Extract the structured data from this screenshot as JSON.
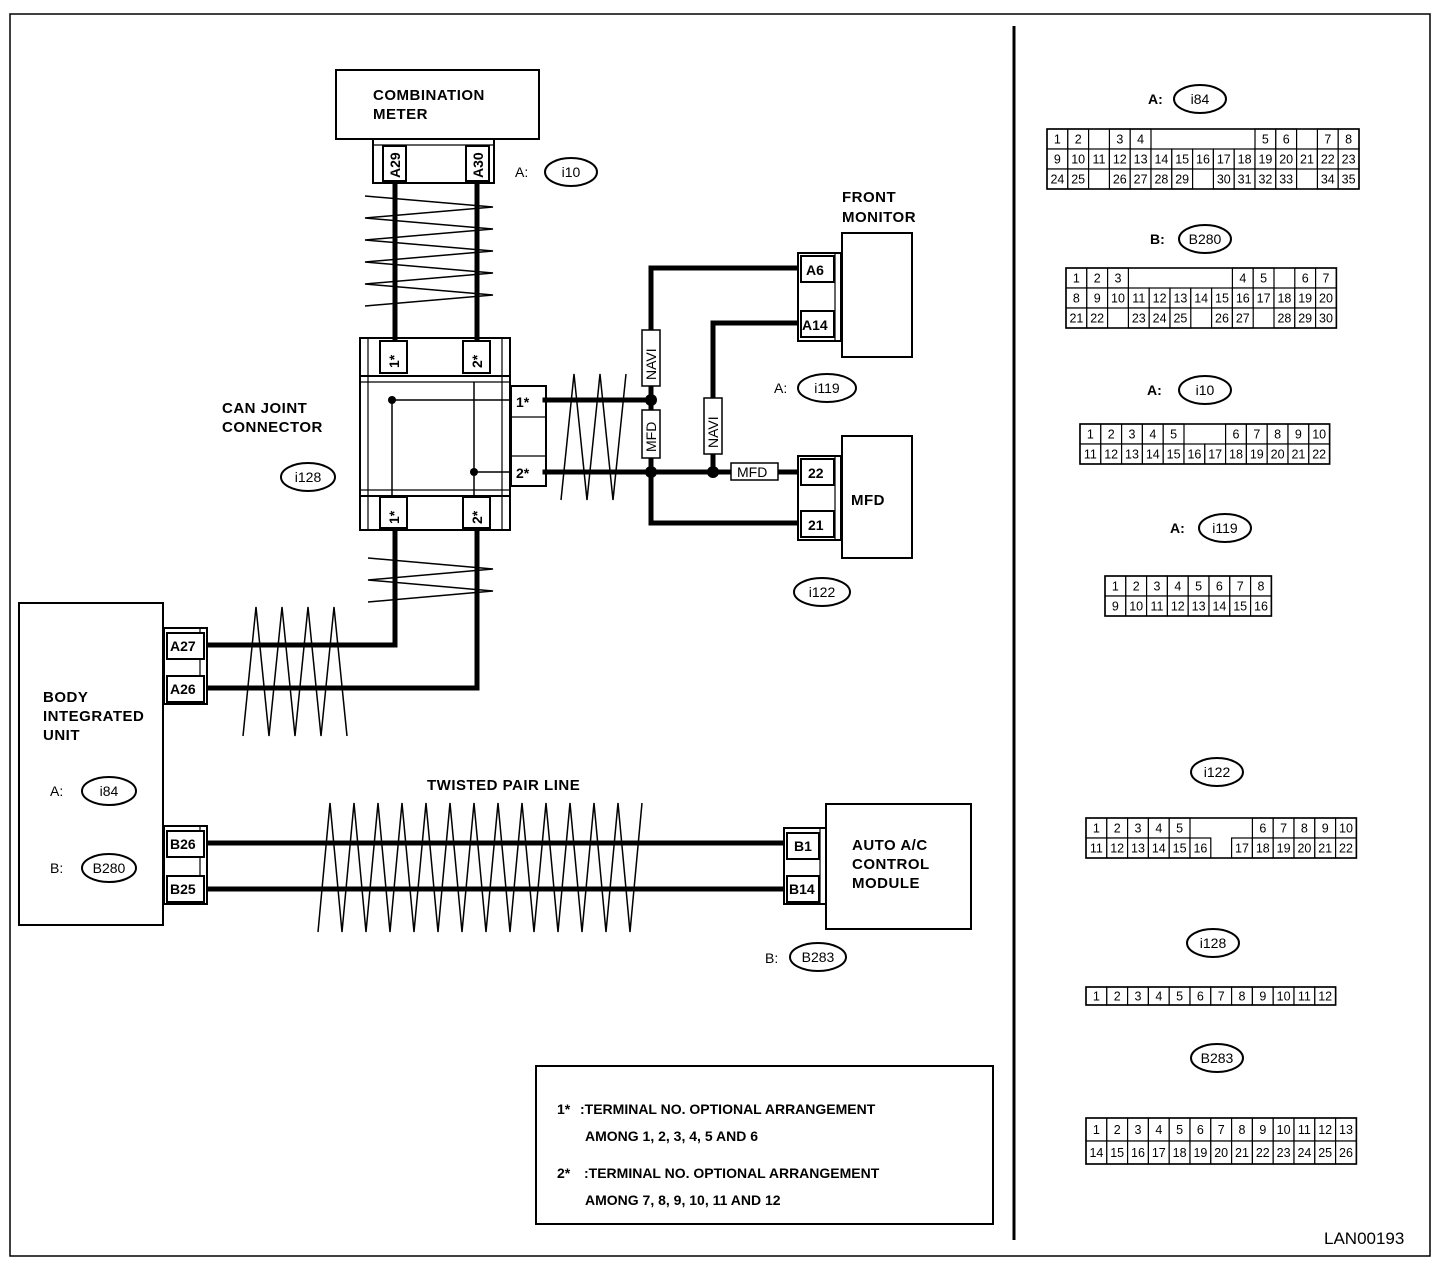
{
  "components": {
    "combination_meter": [
      "COMBINATION",
      "METER"
    ],
    "front_monitor": [
      "FRONT",
      "MONITOR"
    ],
    "mfd": "MFD",
    "can_joint": [
      "CAN JOINT",
      "CONNECTOR"
    ],
    "body_unit": [
      "BODY",
      "INTEGRATED",
      "UNIT"
    ],
    "auto_ac": [
      "AUTO A/C",
      "CONTROL",
      "MODULE"
    ]
  },
  "connector_refs": {
    "meter": {
      "prefix": "A:",
      "id": "i10"
    },
    "monitor": {
      "prefix": "A:",
      "id": "i119"
    },
    "mfd": {
      "id": "i122"
    },
    "can": {
      "id": "i128"
    },
    "body_a": {
      "prefix": "A:",
      "id": "i84"
    },
    "body_b": {
      "prefix": "B:",
      "id": "B280"
    },
    "ac": {
      "prefix": "B:",
      "id": "B283"
    }
  },
  "pins": {
    "meter_1": "A29",
    "meter_2": "A30",
    "can_top_1": "1*",
    "can_top_2": "2*",
    "can_right_1": "1*",
    "can_right_2": "2*",
    "can_bot_1": "1*",
    "can_bot_2": "2*",
    "monitor_1": "A6",
    "monitor_2": "A14",
    "mfd_1": "22",
    "mfd_2": "21",
    "body_1": "A27",
    "body_2": "A26",
    "body_3": "B26",
    "body_4": "B25",
    "ac_1": "B1",
    "ac_2": "B14"
  },
  "wire_tags": {
    "navi": "NAVI",
    "mfd": "MFD"
  },
  "twisted_pair_label": "TWISTED PAIR LINE",
  "notes": {
    "n1_mark": "1*",
    "n1_line1": ":TERMINAL NO. OPTIONAL ARRANGEMENT",
    "n1_line2": "AMONG 1, 2, 3, 4, 5 AND 6",
    "n2_mark": "2*",
    "n2_line1": ":TERMINAL NO. OPTIONAL ARRANGEMENT",
    "n2_line2": "AMONG 7, 8, 9, 10, 11 AND 12"
  },
  "pinouts": {
    "i84": {
      "prefix": "A:",
      "id": "i84",
      "rows": [
        [
          "1",
          "2",
          "",
          "3",
          "4",
          "",
          "",
          "",
          "",
          "",
          "5",
          "6",
          "",
          "7",
          "8"
        ],
        [
          "9",
          "10",
          "11",
          "12",
          "13",
          "14",
          "15",
          "16",
          "17",
          "18",
          "19",
          "20",
          "21",
          "22",
          "23"
        ],
        [
          "24",
          "25",
          "",
          "26",
          "27",
          "28",
          "29",
          "",
          "30",
          "31",
          "32",
          "33",
          "",
          "34",
          "35"
        ]
      ]
    },
    "b280": {
      "prefix": "B:",
      "id": "B280",
      "rows": [
        [
          "1",
          "2",
          "3",
          "",
          "",
          "",
          "",
          "",
          "4",
          "5",
          "",
          "6",
          "7"
        ],
        [
          "8",
          "9",
          "10",
          "11",
          "12",
          "13",
          "14",
          "15",
          "16",
          "17",
          "18",
          "19",
          "20"
        ],
        [
          "21",
          "22",
          "",
          "23",
          "24",
          "25",
          "",
          "26",
          "27",
          "",
          "28",
          "29",
          "30"
        ]
      ]
    },
    "i10": {
      "prefix": "A:",
      "id": "i10",
      "rows": [
        [
          "1",
          "2",
          "3",
          "4",
          "5",
          "",
          "",
          "6",
          "7",
          "8",
          "9",
          "10"
        ],
        [
          "11",
          "12",
          "13",
          "14",
          "15",
          "16",
          "17",
          "18",
          "19",
          "20",
          "21",
          "22"
        ]
      ]
    },
    "i119": {
      "prefix": "A:",
      "id": "i119",
      "rows": [
        [
          "1",
          "2",
          "3",
          "4",
          "5",
          "6",
          "7",
          "8"
        ],
        [
          "9",
          "10",
          "11",
          "12",
          "13",
          "14",
          "15",
          "16"
        ]
      ]
    },
    "i122": {
      "id": "i122",
      "rows": [
        [
          "1",
          "2",
          "3",
          "4",
          "5",
          "",
          "",
          "",
          "6",
          "7",
          "8",
          "9",
          "10"
        ],
        [
          "11",
          "12",
          "13",
          "14",
          "15",
          "16",
          "",
          "17",
          "18",
          "19",
          "20",
          "21",
          "22"
        ]
      ]
    },
    "i128": {
      "id": "i128",
      "rows": [
        [
          "1",
          "2",
          "3",
          "4",
          "5",
          "6",
          "7",
          "8",
          "9",
          "10",
          "11",
          "12"
        ]
      ]
    },
    "b283": {
      "id": "B283",
      "rows": [
        [
          "1",
          "2",
          "3",
          "4",
          "5",
          "6",
          "7",
          "8",
          "9",
          "10",
          "11",
          "12",
          "13"
        ],
        [
          "14",
          "15",
          "16",
          "17",
          "18",
          "19",
          "20",
          "21",
          "22",
          "23",
          "24",
          "25",
          "26"
        ]
      ]
    }
  },
  "code": "LAN00193"
}
